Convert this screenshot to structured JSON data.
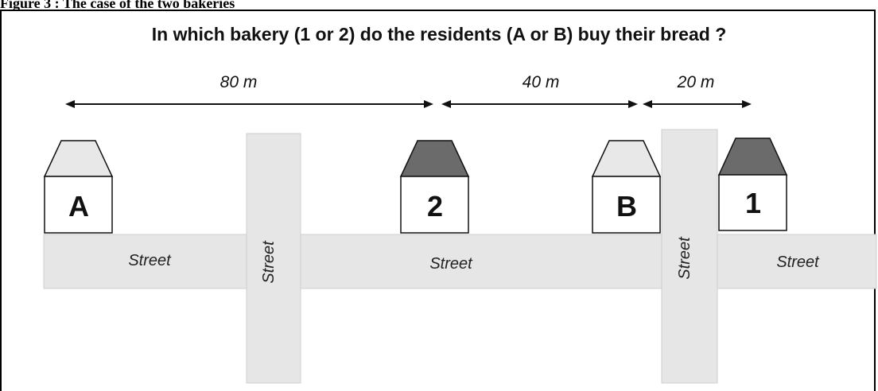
{
  "caption": "Figure 3 : The case of the two bakeries",
  "question": "In which bakery (1 or 2) do the residents (A or B) buy their bread ?",
  "distances": [
    {
      "label": "80 m"
    },
    {
      "label": "40 m"
    },
    {
      "label": "20 m"
    }
  ],
  "houses": [
    {
      "label": "A",
      "type": "resident"
    },
    {
      "label": "2",
      "type": "bakery"
    },
    {
      "label": "B",
      "type": "resident"
    },
    {
      "label": "1",
      "type": "bakery"
    }
  ],
  "streets": [
    {
      "label": "Street"
    },
    {
      "label": "Street"
    },
    {
      "label": "Street"
    },
    {
      "label": "Street"
    },
    {
      "label": "Street"
    }
  ],
  "colors": {
    "street": "#e6e6e6",
    "resident_roof": "#e8e8e8",
    "bakery_roof": "#6b6b6b",
    "house_body": "#ffffff",
    "outline": "#111111"
  }
}
